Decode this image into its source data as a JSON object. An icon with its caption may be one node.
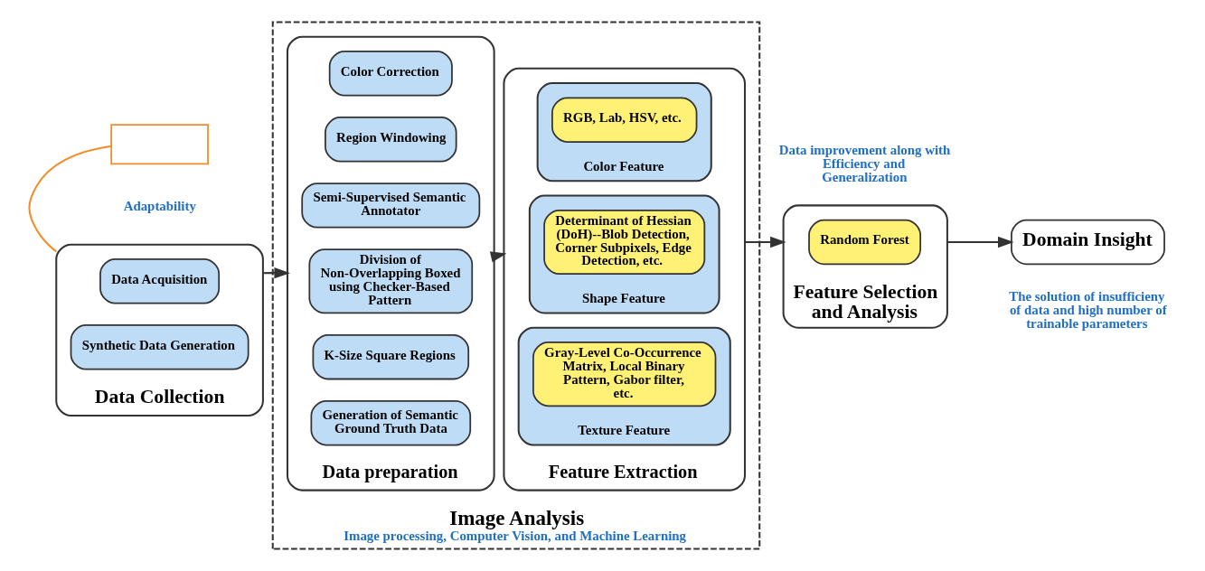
{
  "diagram": {
    "nodes": [
      {
        "text": [
          "Data Collection"
        ]
      },
      {
        "text": [
          "Data Acquisition"
        ],
        "in": 0
      },
      {
        "text": [
          "Synthetic Data Generation"
        ],
        "in": 0
      },
      {
        "text": [],
        "shape": "box",
        "beside": [
          "Adaptability"
        ]
      },
      {
        "text": [
          "Image Analysis",
          "Image processing, Computer Vision, and Machine Learning"
        ]
      },
      {
        "text": [
          "Data preparation"
        ],
        "in": 4
      },
      {
        "text": [
          "Color Correction"
        ],
        "in": 5
      },
      {
        "text": [
          "Region Windowing"
        ],
        "in": 5
      },
      {
        "text": [
          "Semi-Supervised Semantic Annotator"
        ],
        "in": 5
      },
      {
        "text": [
          "Division of Non-Overlapping Boxed using Checker-Based Pattern"
        ],
        "in": 5
      },
      {
        "text": [
          "K-Size Square Regions"
        ],
        "in": 5
      },
      {
        "text": [
          "Generation of Semantic Ground Truth Data"
        ],
        "in": 5
      },
      {
        "text": [
          "Feature Extraction"
        ],
        "in": 4
      },
      {
        "text": [
          "Color Feature"
        ],
        "in": 12
      },
      {
        "text": [
          "RGB, Lab, HSV, etc."
        ],
        "in": 13
      },
      {
        "text": [
          "Shape Feature"
        ],
        "in": 12
      },
      {
        "text": [
          "Determinant of Hessian (DoH)--Blob Detection, Corner Subpixels, Edge Detection, etc."
        ],
        "in": 15
      },
      {
        "text": [
          "Texture Feature"
        ],
        "in": 12
      },
      {
        "text": [
          "Gray-Level Co-Occurrence Matrix, Local Binary Pattern, Gabor filter, etc."
        ],
        "in": 17
      },
      {
        "text": [
          "Feature Selection and Analysis"
        ],
        "beside": [
          "Data improvement along with Efficiency and Generalization"
        ]
      },
      {
        "text": [
          "Random Forest"
        ],
        "in": 19
      },
      {
        "text": [
          "Domain Insight"
        ],
        "beside": [
          "The solution of insufficieny of data and high number of trainable parameters"
        ]
      }
    ],
    "edges": [
      {
        "from": 0,
        "to": 5,
        "arrow": "to"
      },
      {
        "from": 5,
        "to": 12,
        "arrow": "to"
      },
      {
        "from": 12,
        "to": 19,
        "arrow": "to"
      },
      {
        "from": 19,
        "to": 21,
        "arrow": "to"
      },
      {
        "from": 0,
        "to": 3,
        "arrow": "none",
        "color": "#f28c28"
      }
    ]
  }
}
